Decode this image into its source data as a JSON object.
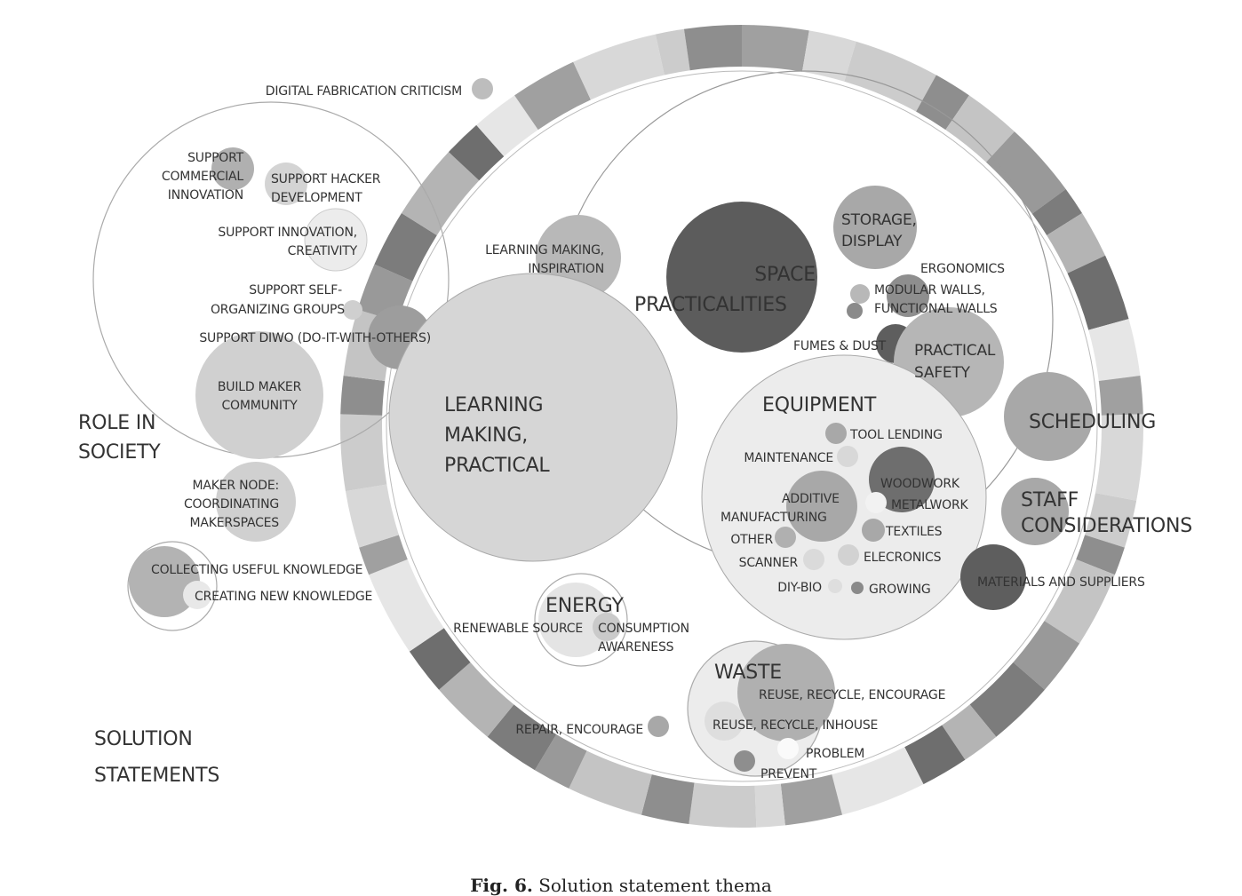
{
  "labels": {
    "digital_fabrication_criticism": "DIGITAL FABRICATION CRITICISM",
    "support_commercial_innovation": [
      "SUPPORT",
      "COMMERCIAL",
      "INNOVATION"
    ],
    "support_hacker_development": [
      "SUPPORT HACKER",
      "DEVELOPMENT"
    ],
    "support_innovation_creativity": [
      "SUPPORT INNOVATION,",
      "CREATIVITY"
    ],
    "support_self_organizing": [
      "SUPPORT SELF-",
      "ORGANIZING GROUPS"
    ],
    "support_diwo": "SUPPORT DIWO (DO-IT-WITH-OTHERS)",
    "build_maker_community": [
      "BUILD MAKER",
      "COMMUNITY"
    ],
    "role_in_society": [
      "ROLE IN",
      "SOCIETY"
    ],
    "maker_node": [
      "MAKER NODE:",
      "COORDINATING",
      "MAKERSPACES"
    ],
    "collecting_useful_knowledge": "COLLECTING USEFUL KNOWLEDGE",
    "creating_new_knowledge": "CREATING NEW KNOWLEDGE",
    "solution_statements": [
      "SOLUTION",
      "STATEMENTS"
    ],
    "learning_making_inspiration": [
      "LEARNING MAKING,",
      "INSPIRATION"
    ],
    "learning_making_practical": [
      "LEARNING",
      "MAKING,",
      "PRACTICAL"
    ],
    "space_practicalities": [
      "SPACE",
      "PRACTICALITIES"
    ],
    "storage_display": [
      "STORAGE,",
      "DISPLAY"
    ],
    "ergonomics": "ERGONOMICS",
    "modular_walls": [
      "MODULAR WALLS,",
      "FUNCTIONAL WALLS"
    ],
    "fumes_dust": "FUMES & DUST",
    "practical_safety": [
      "PRACTICAL",
      "SAFETY"
    ],
    "equipment": "EQUIPMENT",
    "tool_lending": "TOOL LENDING",
    "maintenance": "MAINTENANCE",
    "woodwork": "WOODWORK",
    "metalwork": "METALWORK",
    "additive_manufacturing": [
      "ADDITIVE",
      "MANUFACTURING"
    ],
    "textiles": "TEXTILES",
    "other": "OTHER",
    "scanner": "SCANNER",
    "elecronics": "ELECRONICS",
    "diy_bio": "DIY-BIO",
    "growing": "GROWING",
    "scheduling": "SCHEDULING",
    "staff_considerations": [
      "STAFF",
      "CONSIDERATIONS"
    ],
    "materials_suppliers": "MATERIALS AND SUPPLIERS",
    "energy": "ENERGY",
    "renewable_source": "RENEWABLE SOURCE",
    "consumption_awareness": [
      "CONSUMPTION",
      "AWARENESS"
    ],
    "waste": "WASTE",
    "reuse_recycle_encourage": "REUSE, RECYCLE, ENCOURAGE",
    "reuse_recycle_inhouse": "REUSE, RECYCLE, INHOUSE",
    "problem": "PROBLEM",
    "prevent": "PREVENT",
    "repair_encourage": "REPAIR, ENCOURAGE"
  },
  "caption": {
    "label": "Fig. 6.",
    "text": "Solution statement thema"
  },
  "colors": {
    "ring_shades": [
      "#d8d8d8",
      "#c4c4c4",
      "#b4b4b4",
      "#a0a0a0",
      "#8e8e8e",
      "#7c7c7c",
      "#e6e6e6",
      "#cccccc",
      "#999999",
      "#6e6e6e"
    ],
    "dark": "#5e5e5e",
    "mid": "#a8a8a8",
    "light": "#cfcfcf",
    "outline": "#999999"
  }
}
